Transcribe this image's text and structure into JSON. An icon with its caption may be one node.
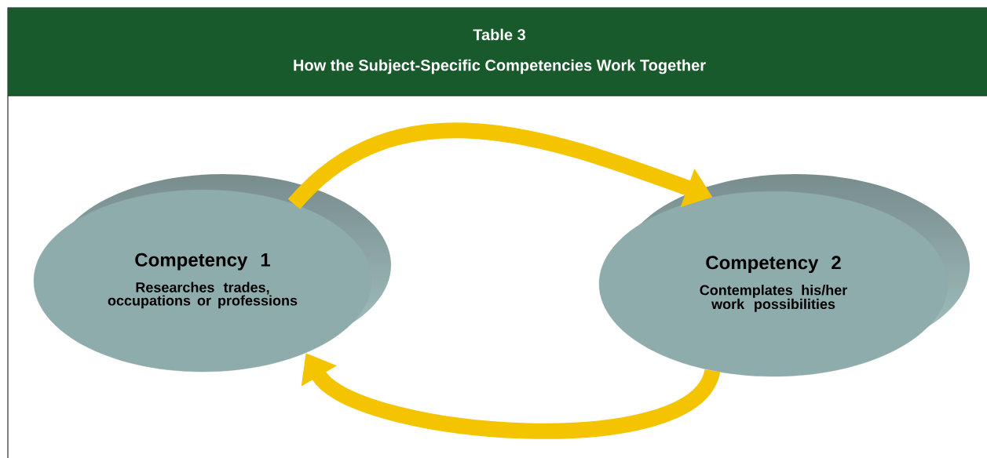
{
  "diagram": {
    "title": "How the Subject-Specific Competencies Work Together",
    "nodes": [
      {
        "text": [
          "Competency 1",
          "Researches trades, occupations or professions"
        ]
      },
      {
        "text": [
          "Competency 2",
          "Contemplates his/her work possibilities"
        ]
      }
    ],
    "edges": [
      {
        "from": 0,
        "to": 1,
        "arrow": "to"
      },
      {
        "from": 1,
        "to": 0,
        "arrow": "to"
      }
    ],
    "labels": [
      "Table 3"
    ]
  }
}
